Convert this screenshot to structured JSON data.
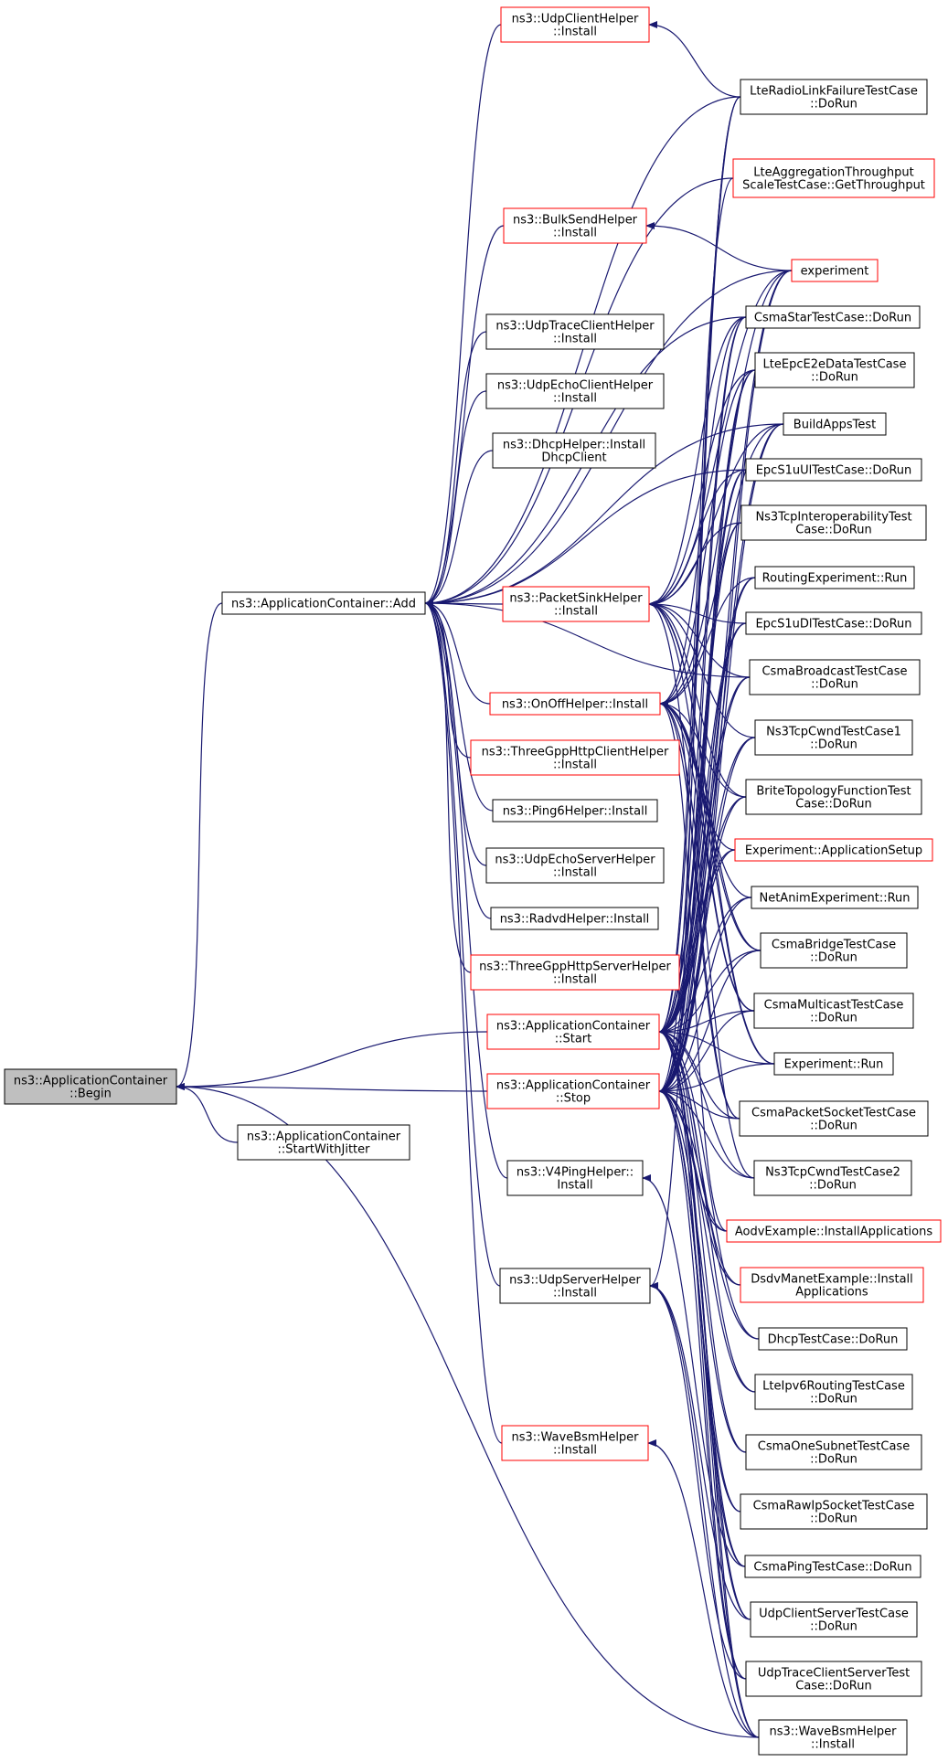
{
  "colors": {
    "edge": "#191970",
    "border_default": "#000000",
    "border_red": "#ff0000",
    "root_fill": "#bfbfbf",
    "node_fill": "#ffffff"
  },
  "nodes": {
    "begin": {
      "lines": [
        "ns3::ApplicationContainer",
        "::Begin"
      ],
      "style": "root"
    },
    "add": {
      "lines": [
        "ns3::ApplicationContainer::Add"
      ],
      "style": "black"
    },
    "startWithJitter": {
      "lines": [
        "ns3::ApplicationContainer",
        "::StartWithJitter"
      ],
      "style": "black"
    },
    "udpClientHelper": {
      "lines": [
        "ns3::UdpClientHelper",
        "::Install"
      ],
      "style": "red"
    },
    "bulkSendHelper": {
      "lines": [
        "ns3::BulkSendHelper",
        "::Install"
      ],
      "style": "red"
    },
    "udpTraceClientHelper": {
      "lines": [
        "ns3::UdpTraceClientHelper",
        "::Install"
      ],
      "style": "black"
    },
    "udpEchoClientHelper": {
      "lines": [
        "ns3::UdpEchoClientHelper",
        "::Install"
      ],
      "style": "black"
    },
    "dhcpHelper": {
      "lines": [
        "ns3::DhcpHelper::Install",
        "DhcpClient"
      ],
      "style": "black"
    },
    "packetSinkHelper": {
      "lines": [
        "ns3::PacketSinkHelper",
        "::Install"
      ],
      "style": "red"
    },
    "onOffHelper": {
      "lines": [
        "ns3::OnOffHelper::Install"
      ],
      "style": "red"
    },
    "threeGppClient": {
      "lines": [
        "ns3::ThreeGppHttpClientHelper",
        "::Install"
      ],
      "style": "red"
    },
    "ping6Helper": {
      "lines": [
        "ns3::Ping6Helper::Install"
      ],
      "style": "black"
    },
    "udpEchoServerHelper": {
      "lines": [
        "ns3::UdpEchoServerHelper",
        "::Install"
      ],
      "style": "black"
    },
    "radvdHelper": {
      "lines": [
        "ns3::RadvdHelper::Install"
      ],
      "style": "black"
    },
    "threeGppServer": {
      "lines": [
        "ns3::ThreeGppHttpServerHelper",
        "::Install"
      ],
      "style": "red"
    },
    "appStart": {
      "lines": [
        "ns3::ApplicationContainer",
        "::Start"
      ],
      "style": "red"
    },
    "appStop": {
      "lines": [
        "ns3::ApplicationContainer",
        "::Stop"
      ],
      "style": "red"
    },
    "v4PingHelper": {
      "lines": [
        "ns3::V4PingHelper::",
        "Install"
      ],
      "style": "black"
    },
    "udpServerHelper": {
      "lines": [
        "ns3::UdpServerHelper",
        "::Install"
      ],
      "style": "black"
    },
    "waveBsmHelper": {
      "lines": [
        "ns3::WaveBsmHelper",
        "::Install"
      ],
      "style": "red"
    },
    "lteRadioLink": {
      "lines": [
        "LteRadioLinkFailureTestCase",
        "::DoRun"
      ],
      "style": "black"
    },
    "lteAggregation": {
      "lines": [
        "LteAggregationThroughput",
        "ScaleTestCase::GetThroughput"
      ],
      "style": "red"
    },
    "experiment": {
      "lines": [
        "experiment"
      ],
      "style": "red"
    },
    "csmaStar": {
      "lines": [
        "CsmaStarTestCase::DoRun"
      ],
      "style": "black"
    },
    "lteEpcE2e": {
      "lines": [
        "LteEpcE2eDataTestCase",
        "::DoRun"
      ],
      "style": "black"
    },
    "buildApps": {
      "lines": [
        "BuildAppsTest"
      ],
      "style": "black"
    },
    "epcS1uUl": {
      "lines": [
        "EpcS1uUlTestCase::DoRun"
      ],
      "style": "black"
    },
    "ns3TcpInterop": {
      "lines": [
        "Ns3TcpInteroperabilityTest",
        "Case::DoRun"
      ],
      "style": "black"
    },
    "routingExperiment": {
      "lines": [
        "RoutingExperiment::Run"
      ],
      "style": "black"
    },
    "epcS1uDl": {
      "lines": [
        "EpcS1uDlTestCase::DoRun"
      ],
      "style": "black"
    },
    "csmaBroadcast": {
      "lines": [
        "CsmaBroadcastTestCase",
        "::DoRun"
      ],
      "style": "black"
    },
    "ns3TcpCwnd1": {
      "lines": [
        "Ns3TcpCwndTestCase1",
        "::DoRun"
      ],
      "style": "black"
    },
    "briteTopology": {
      "lines": [
        "BriteTopologyFunctionTest",
        "Case::DoRun"
      ],
      "style": "black"
    },
    "experimentAppSetup": {
      "lines": [
        "Experiment::ApplicationSetup"
      ],
      "style": "red"
    },
    "netAnim": {
      "lines": [
        "NetAnimExperiment::Run"
      ],
      "style": "black"
    },
    "csmaBridge": {
      "lines": [
        "CsmaBridgeTestCase",
        "::DoRun"
      ],
      "style": "black"
    },
    "csmaMulticast": {
      "lines": [
        "CsmaMulticastTestCase",
        "::DoRun"
      ],
      "style": "black"
    },
    "experimentRun": {
      "lines": [
        "Experiment::Run"
      ],
      "style": "black"
    },
    "csmaPacketSocket": {
      "lines": [
        "CsmaPacketSocketTestCase",
        "::DoRun"
      ],
      "style": "black"
    },
    "ns3TcpCwnd2": {
      "lines": [
        "Ns3TcpCwndTestCase2",
        "::DoRun"
      ],
      "style": "black"
    },
    "aodvExample": {
      "lines": [
        "AodvExample::InstallApplications"
      ],
      "style": "red"
    },
    "dsdvManet": {
      "lines": [
        "DsdvManetExample::Install",
        "Applications"
      ],
      "style": "red"
    },
    "dhcpTest": {
      "lines": [
        "DhcpTestCase::DoRun"
      ],
      "style": "black"
    },
    "lteIpv6": {
      "lines": [
        "LteIpv6RoutingTestCase",
        "::DoRun"
      ],
      "style": "black"
    },
    "csmaOneSubnet": {
      "lines": [
        "CsmaOneSubnetTestCase",
        "::DoRun"
      ],
      "style": "black"
    },
    "csmaRawIp": {
      "lines": [
        "CsmaRawIpSocketTestCase",
        "::DoRun"
      ],
      "style": "black"
    },
    "csmaPing": {
      "lines": [
        "CsmaPingTestCase::DoRun"
      ],
      "style": "black"
    },
    "udpClientServer": {
      "lines": [
        "UdpClientServerTestCase",
        "::DoRun"
      ],
      "style": "black"
    },
    "udpTraceClientServer": {
      "lines": [
        "UdpTraceClientServerTest",
        "Case::DoRun"
      ],
      "style": "black"
    },
    "waveBsmInstall": {
      "lines": [
        "ns3::WaveBsmHelper",
        "::Install"
      ],
      "style": "black"
    }
  },
  "edges": [
    [
      "add",
      "begin"
    ],
    [
      "startWithJitter",
      "begin"
    ],
    [
      "appStart",
      "begin"
    ],
    [
      "appStop",
      "begin"
    ],
    [
      "waveBsmInstall",
      "begin"
    ],
    [
      "udpClientHelper",
      "add"
    ],
    [
      "bulkSendHelper",
      "add"
    ],
    [
      "udpTraceClientHelper",
      "add"
    ],
    [
      "udpEchoClientHelper",
      "add"
    ],
    [
      "dhcpHelper",
      "add"
    ],
    [
      "packetSinkHelper",
      "add"
    ],
    [
      "onOffHelper",
      "add"
    ],
    [
      "threeGppClient",
      "add"
    ],
    [
      "ping6Helper",
      "add"
    ],
    [
      "udpEchoServerHelper",
      "add"
    ],
    [
      "radvdHelper",
      "add"
    ],
    [
      "threeGppServer",
      "add"
    ],
    [
      "v4PingHelper",
      "add"
    ],
    [
      "udpServerHelper",
      "add"
    ],
    [
      "waveBsmHelper",
      "add"
    ],
    [
      "lteRadioLink",
      "add"
    ],
    [
      "lteAggregation",
      "add"
    ],
    [
      "experiment",
      "add"
    ],
    [
      "csmaStar",
      "add"
    ],
    [
      "buildApps",
      "add"
    ],
    [
      "epcS1uUl",
      "add"
    ],
    [
      "csmaBroadcast",
      "add"
    ],
    [
      "lteRadioLink",
      "udpClientHelper"
    ],
    [
      "experiment",
      "bulkSendHelper"
    ],
    [
      "buildApps",
      "packetSinkHelper"
    ],
    [
      "epcS1uUl",
      "packetSinkHelper"
    ],
    [
      "ns3TcpInterop",
      "packetSinkHelper"
    ],
    [
      "epcS1uDl",
      "packetSinkHelper"
    ],
    [
      "csmaBroadcast",
      "packetSinkHelper"
    ],
    [
      "ns3TcpCwnd1",
      "packetSinkHelper"
    ],
    [
      "briteTopology",
      "packetSinkHelper"
    ],
    [
      "csmaBridge",
      "packetSinkHelper"
    ],
    [
      "csmaMulticast",
      "packetSinkHelper"
    ],
    [
      "experimentRun",
      "packetSinkHelper"
    ],
    [
      "csmaPacketSocket",
      "packetSinkHelper"
    ],
    [
      "lteEpcE2e",
      "packetSinkHelper"
    ],
    [
      "csmaStar",
      "packetSinkHelper"
    ],
    [
      "experiment",
      "packetSinkHelper"
    ],
    [
      "routingExperiment",
      "onOffHelper"
    ],
    [
      "csmaStar",
      "onOffHelper"
    ],
    [
      "experiment",
      "onOffHelper"
    ],
    [
      "buildApps",
      "onOffHelper"
    ],
    [
      "lteEpcE2e",
      "onOffHelper"
    ],
    [
      "briteTopology",
      "onOffHelper"
    ],
    [
      "experimentAppSetup",
      "onOffHelper"
    ],
    [
      "netAnim",
      "onOffHelper"
    ],
    [
      "csmaBridge",
      "onOffHelper"
    ],
    [
      "csmaMulticast",
      "onOffHelper"
    ],
    [
      "experimentRun",
      "onOffHelper"
    ],
    [
      "csmaPacketSocket",
      "onOffHelper"
    ],
    [
      "ns3TcpCwnd2",
      "onOffHelper"
    ],
    [
      "aodvExample",
      "onOffHelper"
    ],
    [
      "lteRadioLink",
      "appStart"
    ],
    [
      "lteAggregation",
      "appStart"
    ],
    [
      "experiment",
      "appStart"
    ],
    [
      "csmaStar",
      "appStart"
    ],
    [
      "lteEpcE2e",
      "appStart"
    ],
    [
      "buildApps",
      "appStart"
    ],
    [
      "epcS1uUl",
      "appStart"
    ],
    [
      "ns3TcpInterop",
      "appStart"
    ],
    [
      "routingExperiment",
      "appStart"
    ],
    [
      "epcS1uDl",
      "appStart"
    ],
    [
      "csmaBroadcast",
      "appStart"
    ],
    [
      "ns3TcpCwnd1",
      "appStart"
    ],
    [
      "briteTopology",
      "appStart"
    ],
    [
      "experimentAppSetup",
      "appStart"
    ],
    [
      "netAnim",
      "appStart"
    ],
    [
      "csmaBridge",
      "appStart"
    ],
    [
      "csmaMulticast",
      "appStart"
    ],
    [
      "experimentRun",
      "appStart"
    ],
    [
      "csmaPacketSocket",
      "appStart"
    ],
    [
      "ns3TcpCwnd2",
      "appStart"
    ],
    [
      "aodvExample",
      "appStart"
    ],
    [
      "dsdvManet",
      "appStart"
    ],
    [
      "dhcpTest",
      "appStart"
    ],
    [
      "lteIpv6",
      "appStart"
    ],
    [
      "csmaOneSubnet",
      "appStart"
    ],
    [
      "csmaRawIp",
      "appStart"
    ],
    [
      "csmaPing",
      "appStart"
    ],
    [
      "udpClientServer",
      "appStart"
    ],
    [
      "udpTraceClientServer",
      "appStart"
    ],
    [
      "waveBsmInstall",
      "appStart"
    ],
    [
      "lteRadioLink",
      "appStop"
    ],
    [
      "experiment",
      "appStop"
    ],
    [
      "csmaStar",
      "appStop"
    ],
    [
      "lteEpcE2e",
      "appStop"
    ],
    [
      "buildApps",
      "appStop"
    ],
    [
      "epcS1uUl",
      "appStop"
    ],
    [
      "ns3TcpInterop",
      "appStop"
    ],
    [
      "routingExperiment",
      "appStop"
    ],
    [
      "epcS1uDl",
      "appStop"
    ],
    [
      "csmaBroadcast",
      "appStop"
    ],
    [
      "ns3TcpCwnd1",
      "appStop"
    ],
    [
      "briteTopology",
      "appStop"
    ],
    [
      "experimentAppSetup",
      "appStop"
    ],
    [
      "netAnim",
      "appStop"
    ],
    [
      "csmaBridge",
      "appStop"
    ],
    [
      "csmaMulticast",
      "appStop"
    ],
    [
      "experimentRun",
      "appStop"
    ],
    [
      "csmaPacketSocket",
      "appStop"
    ],
    [
      "ns3TcpCwnd2",
      "appStop"
    ],
    [
      "aodvExample",
      "appStop"
    ],
    [
      "dsdvManet",
      "appStop"
    ],
    [
      "dhcpTest",
      "appStop"
    ],
    [
      "lteIpv6",
      "appStop"
    ],
    [
      "csmaOneSubnet",
      "appStop"
    ],
    [
      "csmaRawIp",
      "appStop"
    ],
    [
      "csmaPing",
      "appStop"
    ],
    [
      "udpClientServer",
      "appStop"
    ],
    [
      "udpTraceClientServer",
      "appStop"
    ],
    [
      "waveBsmInstall",
      "appStop"
    ],
    [
      "csmaPing",
      "v4PingHelper"
    ],
    [
      "lteRadioLink",
      "udpServerHelper"
    ],
    [
      "udpClientServer",
      "udpServerHelper"
    ],
    [
      "udpTraceClientServer",
      "udpServerHelper"
    ],
    [
      "waveBsmInstall",
      "udpServerHelper"
    ],
    [
      "waveBsmInstall",
      "waveBsmHelper"
    ]
  ]
}
